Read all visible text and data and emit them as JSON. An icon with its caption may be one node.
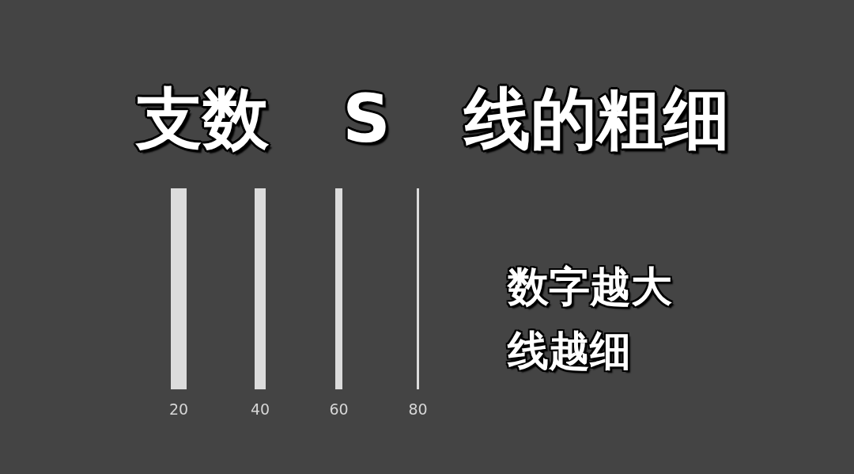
{
  "diagram": {
    "title": "支数 S 线的粗细",
    "nodes": [
      {
        "text": [],
        "shape": "bar",
        "beside": [
          "20"
        ]
      },
      {
        "text": [],
        "shape": "bar",
        "beside": [
          "40"
        ]
      },
      {
        "text": [],
        "shape": "bar",
        "beside": [
          "60"
        ]
      },
      {
        "text": [],
        "shape": "bar",
        "beside": [
          "80"
        ]
      }
    ],
    "labels": [
      "数字越大线越细"
    ]
  }
}
